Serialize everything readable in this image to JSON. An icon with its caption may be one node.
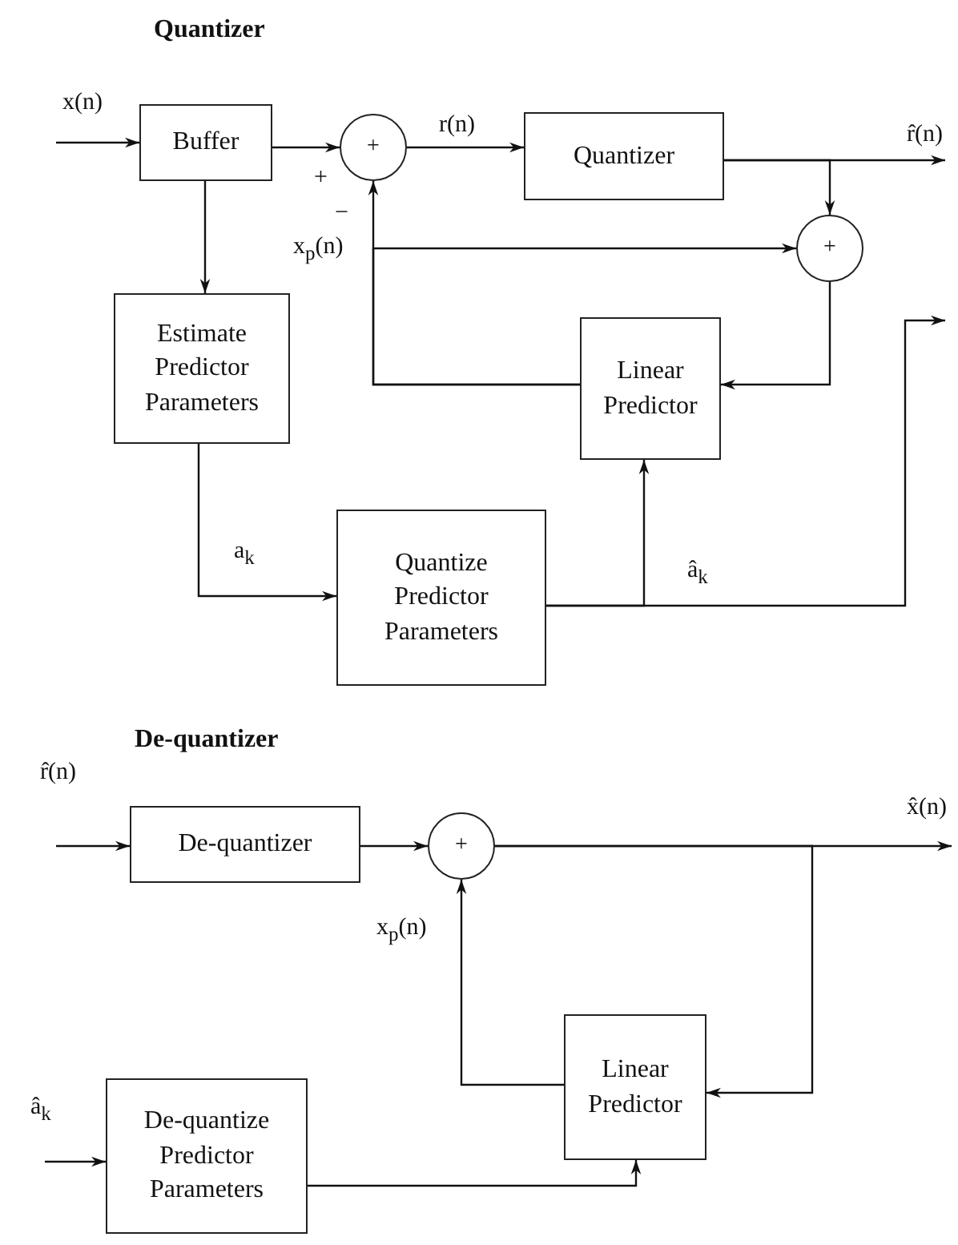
{
  "diagram": {
    "nodes": [
      {
        "text": [
          "Buffer"
        ]
      },
      {
        "text": [
          "+"
        ]
      },
      {
        "text": [
          "Quantizer"
        ]
      },
      {
        "text": [
          "+"
        ]
      },
      {
        "text": [
          "Estimate Predictor Parameters"
        ]
      },
      {
        "text": [
          "Linear Predictor"
        ]
      },
      {
        "text": [
          "Quantize Predictor Parameters"
        ]
      },
      {
        "text": [
          "De-quantizer"
        ]
      },
      {
        "text": [
          "+"
        ]
      },
      {
        "text": [
          "Linear Predictor"
        ]
      },
      {
        "text": [
          "De-quantize Predictor Parameters"
        ]
      }
    ],
    "edges": [
      {
        "from": null,
        "to": 0,
        "arrow": "to",
        "label": "x(n)"
      },
      {
        "from": 0,
        "to": 1,
        "arrow": "to"
      },
      {
        "from": 1,
        "to": 2,
        "arrow": "to",
        "label": "r(n)"
      },
      {
        "from": 2,
        "to": null,
        "arrow": "to",
        "label": "r̂(n)"
      },
      {
        "from": 2,
        "to": 3,
        "arrow": "to"
      },
      {
        "from": 0,
        "to": 4,
        "arrow": "to"
      },
      {
        "from": 5,
        "to": 1,
        "arrow": "to",
        "label": "x$_{p}$(n)"
      },
      {
        "from": 5,
        "to": 3,
        "arrow": "to"
      },
      {
        "from": 3,
        "to": 5,
        "arrow": "to"
      },
      {
        "from": 4,
        "to": 6,
        "arrow": "to",
        "label": "a$_{k}$"
      },
      {
        "from": 6,
        "to": 5,
        "arrow": "to",
        "label": "â$_{k}$"
      },
      {
        "from": 6,
        "to": null,
        "arrow": "to"
      },
      {
        "from": null,
        "to": 7,
        "arrow": "to",
        "label": "r̂(n)"
      },
      {
        "from": 7,
        "to": 8,
        "arrow": "to"
      },
      {
        "from": 8,
        "to": null,
        "arrow": "to",
        "label": "x̂(n)"
      },
      {
        "from": 8,
        "to": 9,
        "arrow": "to"
      },
      {
        "from": 9,
        "to": 8,
        "arrow": "to",
        "label": "x$_{p}$(n)"
      },
      {
        "from": null,
        "to": 10,
        "arrow": "to",
        "label": "â$_{k}$"
      },
      {
        "from": 10,
        "to": 9,
        "arrow": "to"
      }
    ],
    "labels": [
      "Quantizer",
      "+",
      "−",
      "De-quantizer"
    ]
  }
}
